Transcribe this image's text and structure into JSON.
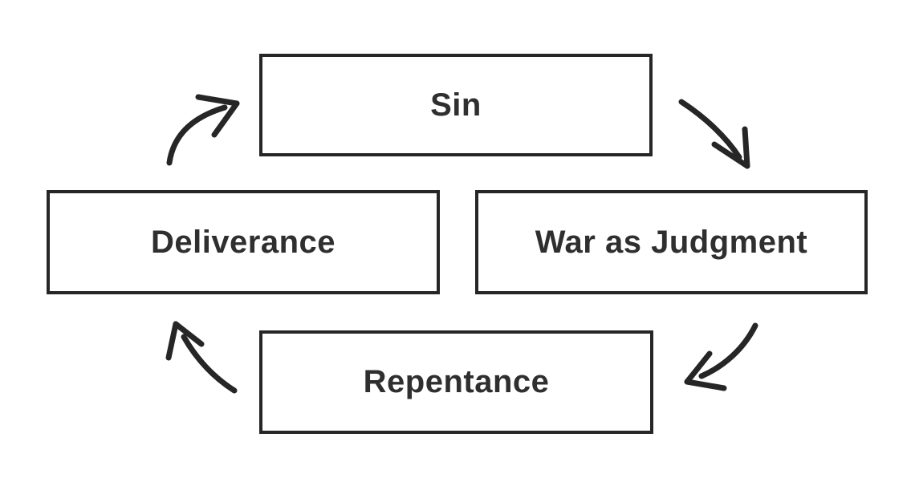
{
  "diagram": {
    "type": "cycle",
    "colors": {
      "background": "#ffffff",
      "box_border": "#262626",
      "arrow": "#262626",
      "text": "#2f2f2f"
    },
    "nodes": [
      {
        "id": "sin",
        "label": "Sin"
      },
      {
        "id": "war",
        "label": "War as Judgment"
      },
      {
        "id": "repentance",
        "label": "Repentance"
      },
      {
        "id": "deliverance",
        "label": "Deliverance"
      }
    ],
    "edges": [
      {
        "from": "sin",
        "to": "war",
        "icon": "curved-arrow-down-right-icon"
      },
      {
        "from": "war",
        "to": "repentance",
        "icon": "curved-arrow-down-left-icon"
      },
      {
        "from": "repentance",
        "to": "deliverance",
        "icon": "curved-arrow-up-left-icon"
      },
      {
        "from": "deliverance",
        "to": "sin",
        "icon": "curved-arrow-up-right-icon"
      }
    ]
  }
}
